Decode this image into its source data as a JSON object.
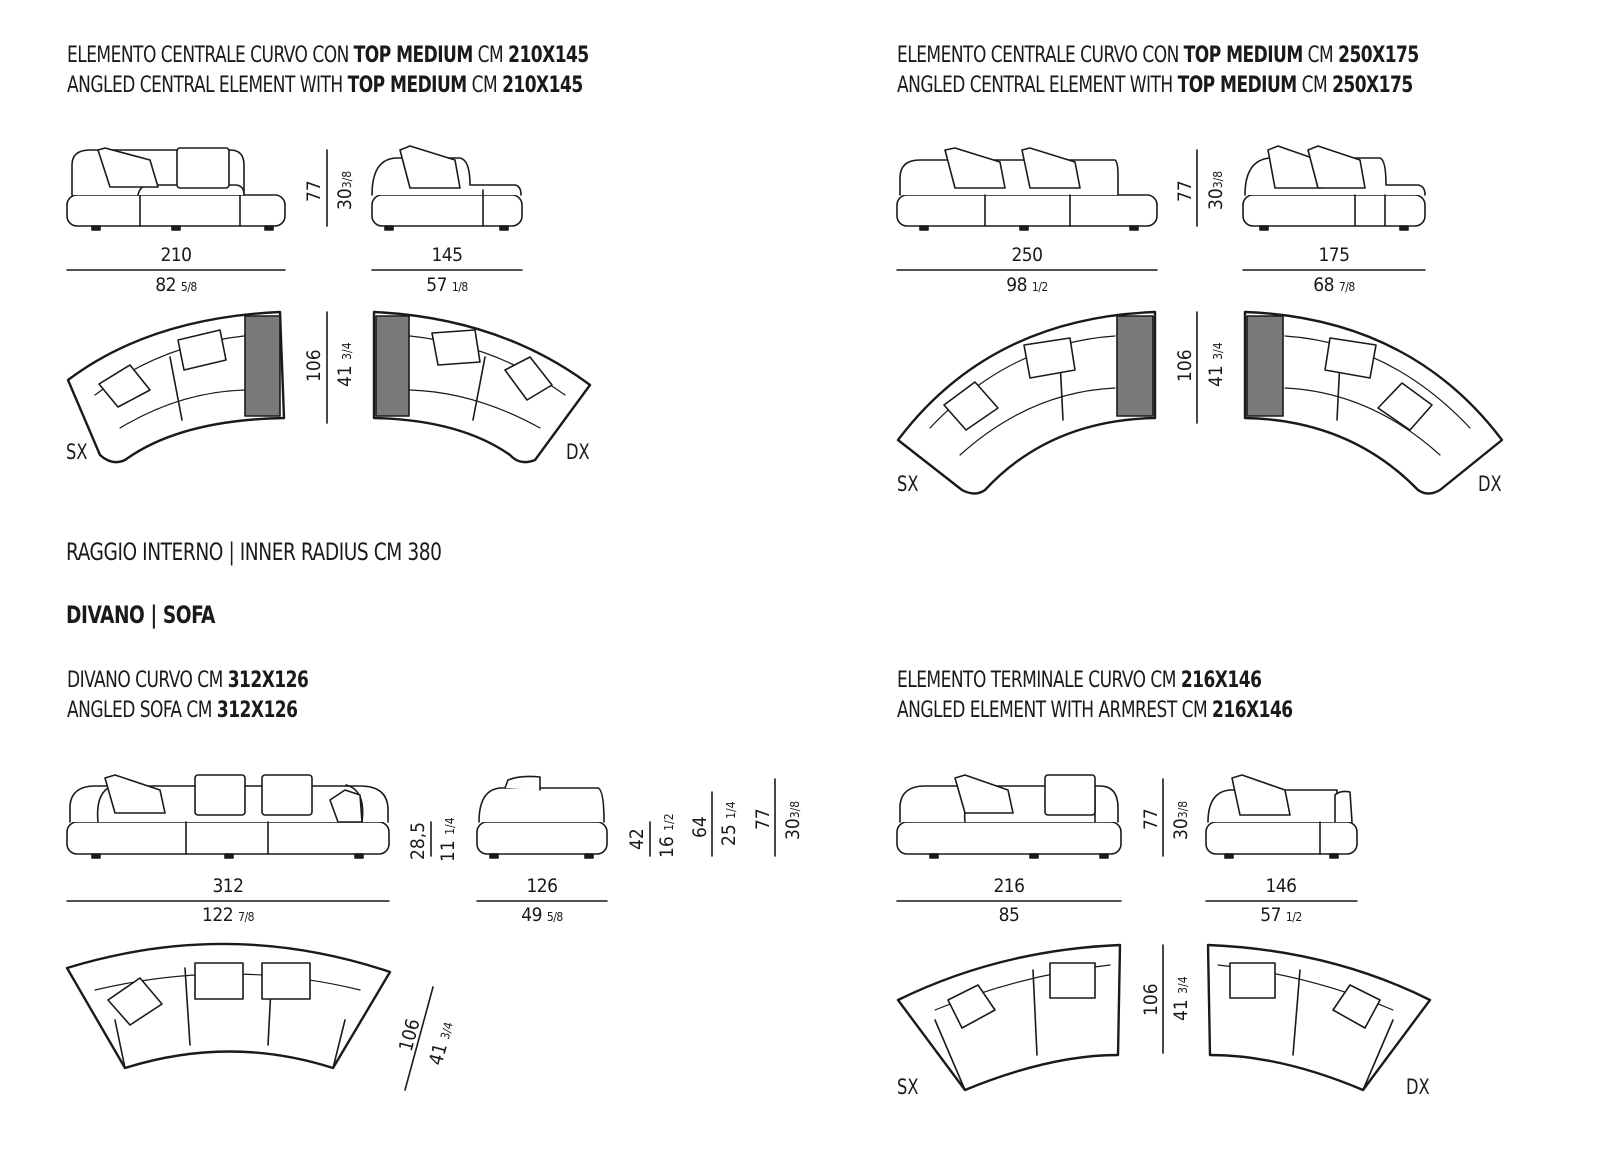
{
  "headers": {
    "h1_it_pre": "ELEMENTO CENTRALE CURVO CON ",
    "h1_it_top": "TOP MEDIUM",
    "h1_it_cm": " CM ",
    "h1_it_size": "210X145",
    "h1_en_pre": "ANGLED CENTRAL ELEMENT WITH ",
    "h1_en_top": "TOP MEDIUM",
    "h1_en_cm": " CM ",
    "h1_en_size": "210X145",
    "h2_it_pre": "ELEMENTO CENTRALE CURVO CON ",
    "h2_it_top": "TOP MEDIUM",
    "h2_it_cm": " CM ",
    "h2_it_size": "250X175",
    "h2_en_pre": "ANGLED CENTRAL ELEMENT WITH ",
    "h2_en_top": "TOP MEDIUM",
    "h2_en_cm": " CM ",
    "h2_en_size": "250X175",
    "h3_it_pre": "DIVANO CURVO CM ",
    "h3_it_size": "312X126",
    "h3_en_pre": "ANGLED SOFA CM ",
    "h3_en_size": "312X126",
    "h4_it_pre": "ELEMENTO TERMINALE CURVO CM ",
    "h4_it_size": "216X146",
    "h4_en_pre": "ANGLED ELEMENT WITH ARMREST CM ",
    "h4_en_size": "216X146"
  },
  "sections": {
    "radius": "RAGGIO INTERNO  |  INNER RADIUS CM 380",
    "sofa": "DIVANO  |  SOFA"
  },
  "dims": {
    "d210": "210",
    "d82": "82",
    "d82f": "5/8",
    "d145": "145",
    "d57": "57",
    "d57f": "1/8",
    "d77a": "77",
    "d30a": "30",
    "d30af": "3/8",
    "d106a": "106",
    "d41a": "41",
    "d41af": "3/4",
    "d250": "250",
    "d98": "98",
    "d98f": "1/2",
    "d175": "175",
    "d68": "68",
    "d68f": "7/8",
    "d77b": "77",
    "d30b": "30",
    "d30bf": "3/8",
    "d106b": "106",
    "d41b": "41",
    "d41bf": "3/4",
    "d312": "312",
    "d122": "122",
    "d122f": "7/8",
    "d126": "126",
    "d49": "49",
    "d49f": "5/8",
    "d28": "28,5",
    "d11": "11",
    "d11f": "1/4",
    "d42": "42",
    "d16": "16",
    "d16f": "1/2",
    "d64": "64",
    "d25": "25",
    "d25f": "1/4",
    "d77c": "77",
    "d30c": "30",
    "d30cf": "3/8",
    "d106c": "106",
    "d41c": "41",
    "d41cf": "3/4",
    "d216": "216",
    "d85": "85",
    "d146": "146",
    "d57b": "57",
    "d57bf": "1/2",
    "d77d": "77",
    "d30d": "30",
    "d30df": "3/8",
    "d106d": "106",
    "d41d": "41",
    "d41df": "3/4"
  },
  "labels": {
    "sx1": "SX",
    "dx1": "DX",
    "sx2": "SX",
    "dx2": "DX",
    "sx3": "SX",
    "dx3": "DX"
  },
  "colors": {
    "line": "#1a1a1a",
    "top_fill": "#7a7a7a",
    "fill": "#ffffff"
  }
}
